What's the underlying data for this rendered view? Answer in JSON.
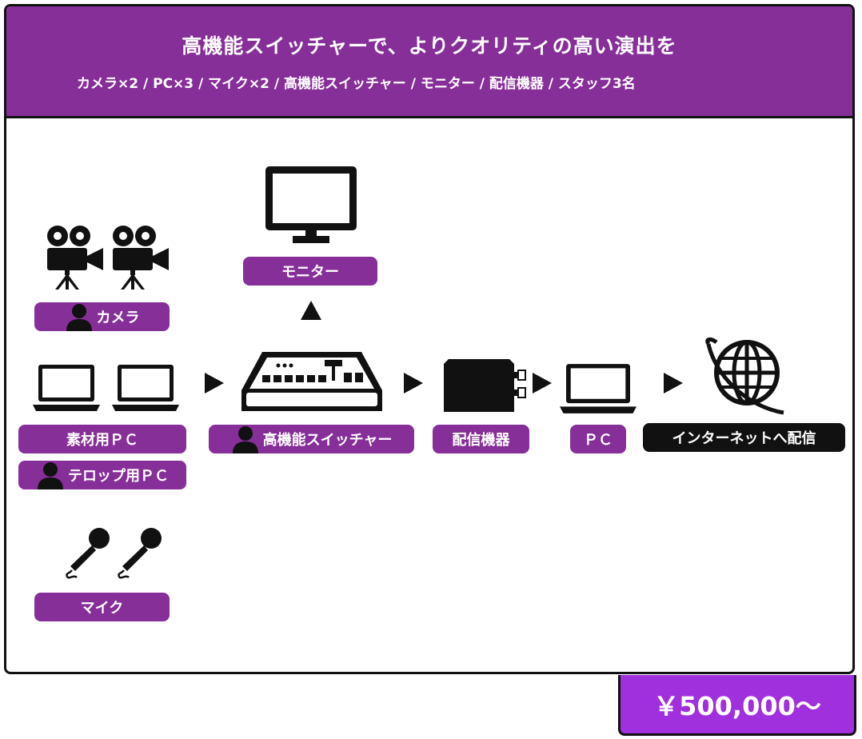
{
  "header": {
    "title": "高機能スイッチャーで、よりクオリティの高い演出を",
    "subtitle": "カメラ×2 / PC×3 / マイク×2 / 高機能スイッチャー / モニター / 配信機器 / スタッフ3名"
  },
  "labels": {
    "camera": "カメラ",
    "material_pc": "素材用ＰＣ",
    "telop_pc": "テロップ用ＰＣ",
    "mic": "マイク",
    "monitor": "モニター",
    "switcher": "高機能スイッチャー",
    "streaming_device": "配信機器",
    "pc": "ＰＣ",
    "internet": "インターネットへ配信"
  },
  "price": "￥500,000～",
  "colors": {
    "purple": "#872f99",
    "price_purple": "#a030dd",
    "black": "#111111"
  },
  "icons": [
    "video-camera-icon",
    "laptop-icon",
    "microphone-icon",
    "monitor-icon",
    "switcher-icon",
    "encoder-icon",
    "globe-icon",
    "person-icon",
    "arrow-right-icon",
    "arrow-up-icon"
  ]
}
